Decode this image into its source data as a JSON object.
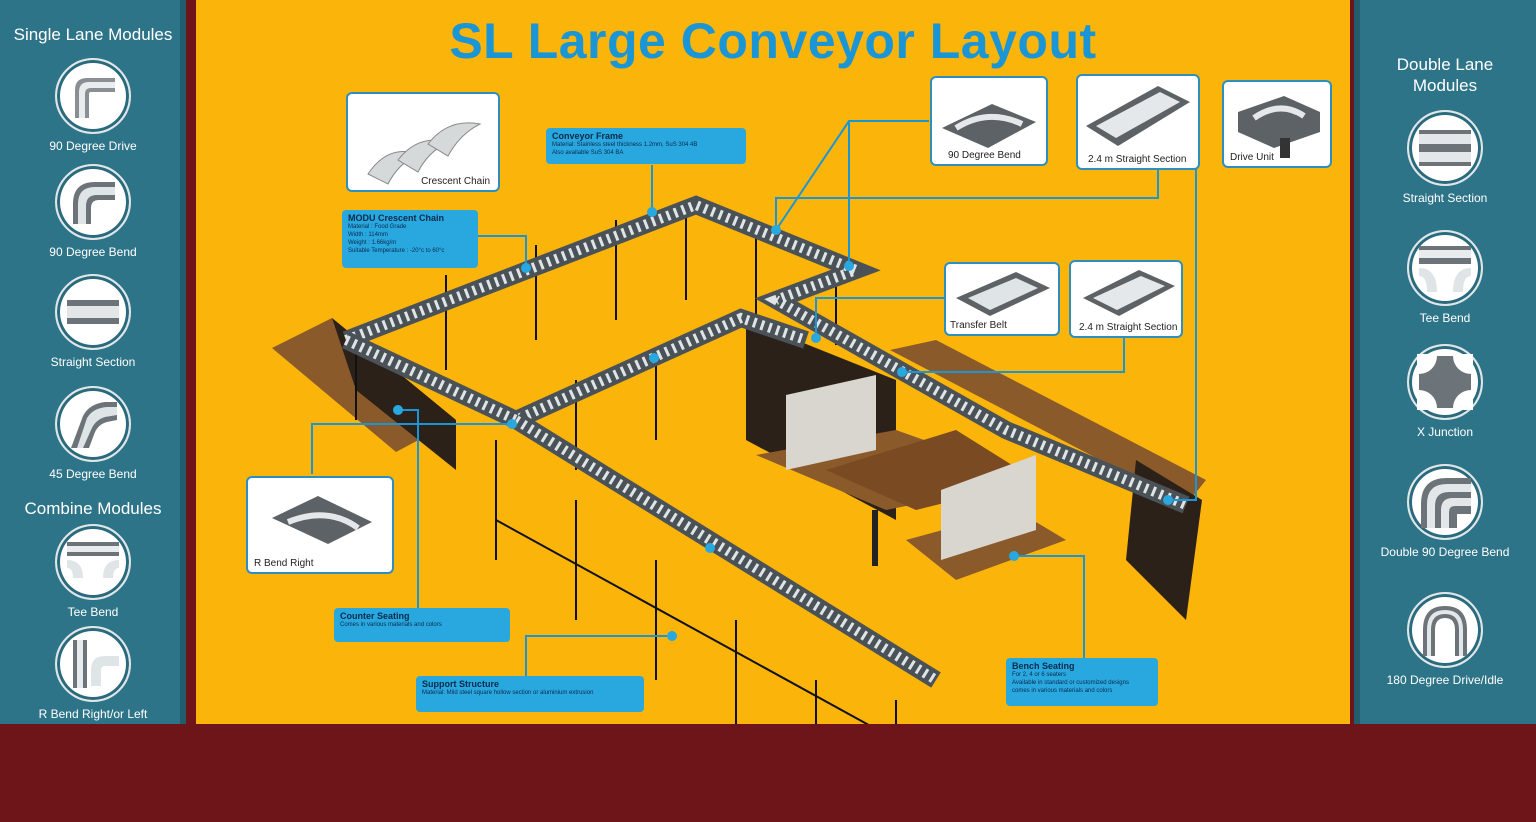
{
  "title": "SL Large  Conveyor Layout",
  "left_panel": {
    "heading": "Single Lane Modules",
    "modules": [
      {
        "label": "90 Degree Drive",
        "icon": "90-degree-drive-icon"
      },
      {
        "label": "90 Degree Bend",
        "icon": "90-degree-bend-icon"
      },
      {
        "label": "Straight Section",
        "icon": "straight-section-icon"
      },
      {
        "label": "45 Degree Bend",
        "icon": "45-degree-bend-icon"
      }
    ],
    "combine_heading": "Combine Modules",
    "combine_modules": [
      {
        "label": "Tee Bend",
        "icon": "tee-bend-icon"
      },
      {
        "label": "R Bend Right/or Left",
        "icon": "r-bend-icon"
      }
    ]
  },
  "right_panel": {
    "heading_line1": "Double Lane",
    "heading_line2": "Modules",
    "modules": [
      {
        "label": "Straight Section",
        "icon": "double-straight-section-icon"
      },
      {
        "label": "Tee Bend",
        "icon": "double-tee-bend-icon"
      },
      {
        "label": "X Junction",
        "icon": "x-junction-icon"
      },
      {
        "label": "Double 90 Degree Bend",
        "icon": "double-90-degree-bend-icon"
      },
      {
        "label": "180 Degree Drive/Idle",
        "icon": "180-degree-drive-icon"
      }
    ]
  },
  "photos": {
    "crescent_chain": "Crescent Chain",
    "bend_90": "90 Degree Bend",
    "straight_top": "2.4 m Straight Section",
    "drive_unit": "Drive Unit",
    "transfer_belt": "Transfer Belt",
    "straight_mid": "2.4 m Straight Section",
    "r_bend": "R Bend Right"
  },
  "callouts": {
    "conveyor_frame": {
      "heading": "Conveyor Frame",
      "line1": "Material: Stainless steel thickness 1.2mm, SuS 304 4B",
      "line2": "Also available SuS 304 BA"
    },
    "crescent_chain": {
      "heading": "MODU Crescent Chain",
      "line1": "Material      : Food Grade",
      "line2": "Width          : 114mm",
      "line3": "Weight         : 1.66kg/m",
      "line4": "Suitable Temperature : -20°c to 60°c"
    },
    "counter_seating": {
      "heading": "Counter Seating",
      "line1": "Comes in various materials and colors"
    },
    "support_structure": {
      "heading": "Support Structure",
      "line1": "Material: Mild steel square hollow section or aluminium extrusion"
    },
    "bench_seating": {
      "heading": "Bench Seating",
      "line1": "For 2, 4 or 6 seaters",
      "line2": "Available in standard or customized designs",
      "line3": "comes in various materials and colors"
    }
  },
  "colors": {
    "panel": "#2e7488",
    "main": "#fab40a",
    "floor": "#6d1519",
    "title": "#1a96d6",
    "callout": "#29a8e0"
  }
}
